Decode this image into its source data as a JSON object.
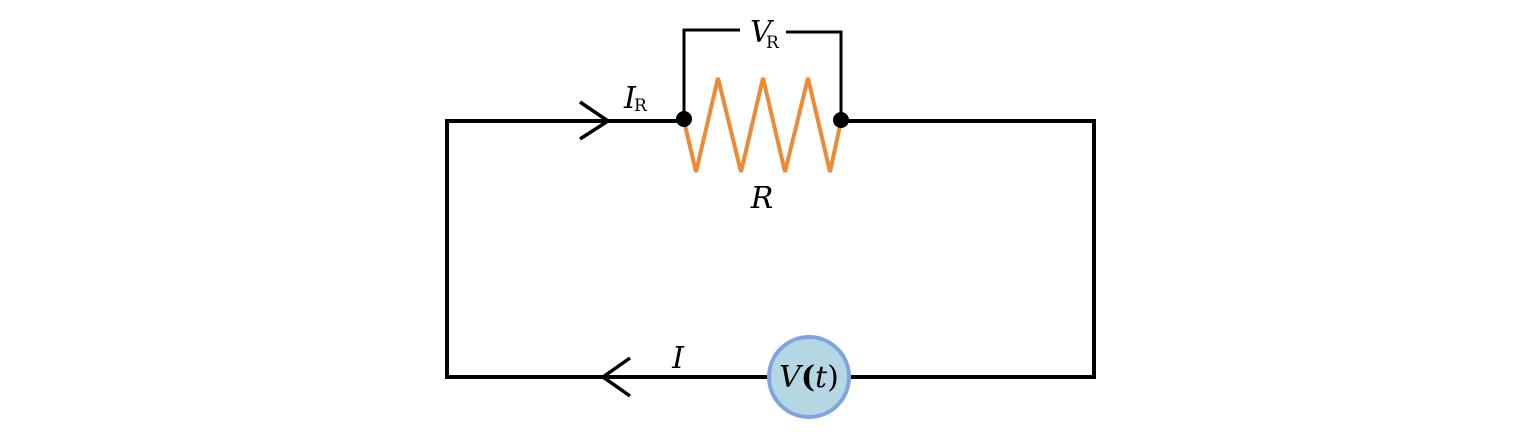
{
  "labels": {
    "voltage_main": "V",
    "voltage_sub": "R",
    "current_r_main": "I",
    "current_r_sub": "R",
    "resistor": "R",
    "current_main": "I",
    "source_v": "V",
    "source_open": "(",
    "source_t": "t",
    "source_close": ")"
  },
  "colors": {
    "wire": "#000000",
    "resistor": "#ED8A35",
    "source_fill": "#B5D7E3",
    "source_stroke": "#7FA4E0",
    "node": "#000000"
  }
}
